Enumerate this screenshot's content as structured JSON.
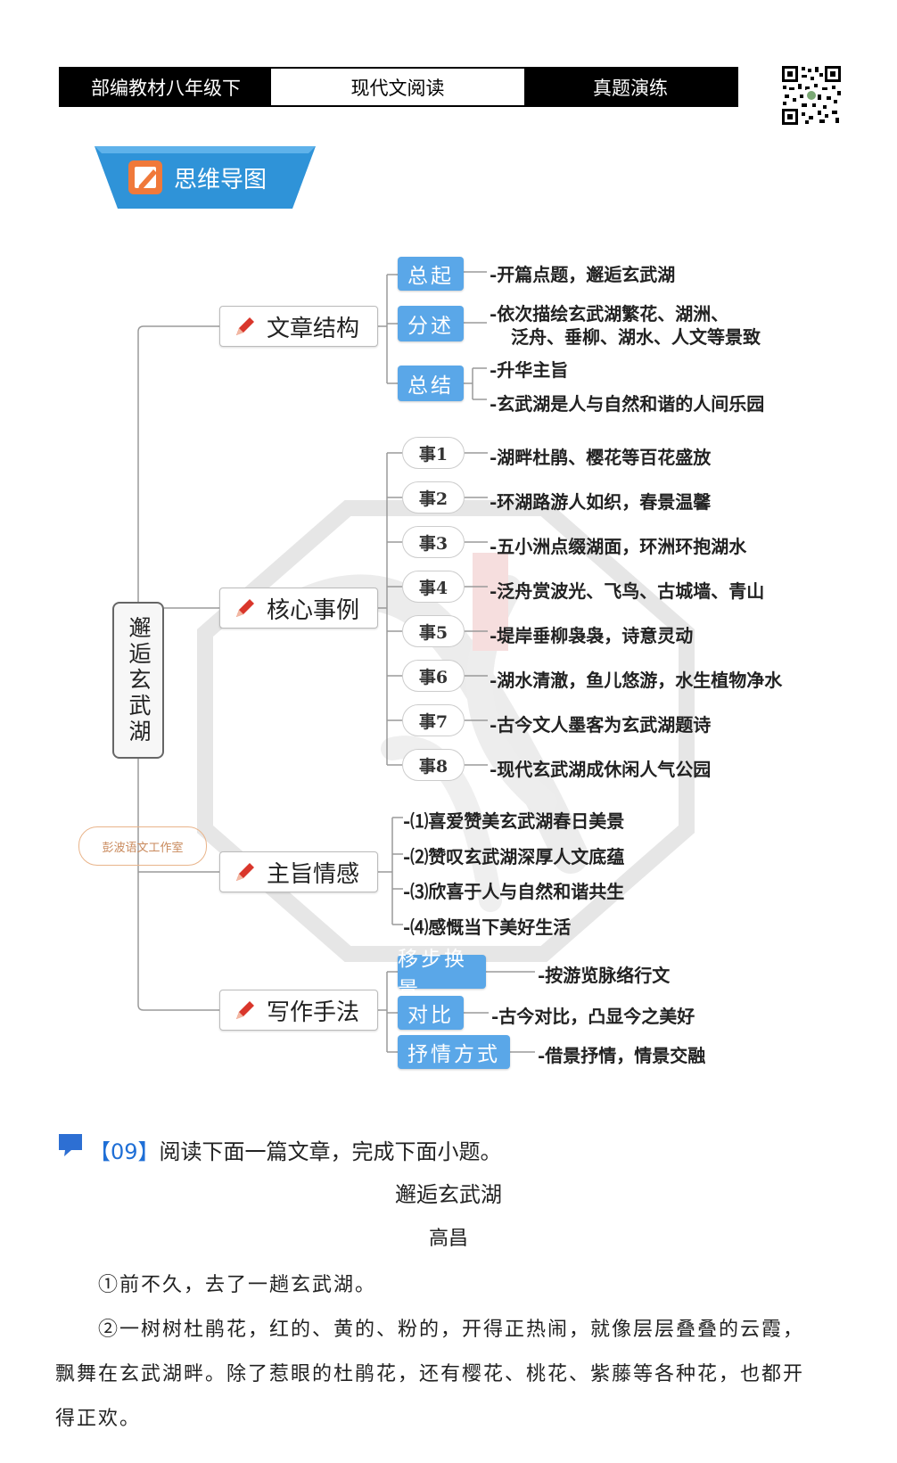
{
  "header": {
    "left": "部编教材八年级下",
    "middle": "现代文阅读",
    "right": "真题演练"
  },
  "banner": {
    "label": "思维导图"
  },
  "mindmap": {
    "root": "邂逅玄武湖",
    "watermark_stamp": "彭波语文工作室",
    "categories": {
      "structure": "文章结构",
      "events": "核心事例",
      "theme": "主旨情感",
      "technique": "写作手法"
    },
    "structure": {
      "tag1": "总起",
      "leaf1": "-开篇点题，邂逅玄武湖",
      "tag2": "分述",
      "leaf2a": "-依次描绘玄武湖繁花、湖洲、",
      "leaf2b": "泛舟、垂柳、湖水、人文等景致",
      "tag3": "总结",
      "leaf3a": "-升华主旨",
      "leaf3b": "-玄武湖是人与自然和谐的人间乐园"
    },
    "events": [
      {
        "label": "事1",
        "text": "-湖畔杜鹃、樱花等百花盛放"
      },
      {
        "label": "事2",
        "text": "-环湖路游人如织，春景温馨"
      },
      {
        "label": "事3",
        "text": "-五小洲点缀湖面，环洲环抱湖水"
      },
      {
        "label": "事4",
        "text": "-泛舟赏波光、飞鸟、古城墙、青山"
      },
      {
        "label": "事5",
        "text": "-堤岸垂柳袅袅，诗意灵动"
      },
      {
        "label": "事6",
        "text": "-湖水清澈，鱼儿悠游，水生植物净水"
      },
      {
        "label": "事7",
        "text": "-古今文人墨客为玄武湖题诗"
      },
      {
        "label": "事8",
        "text": "-现代玄武湖成休闲人气公园"
      }
    ],
    "theme": [
      "-⑴喜爱赞美玄武湖春日美景",
      "-⑵赞叹玄武湖深厚人文底蕴",
      "-⑶欣喜于人与自然和谐共生",
      "-⑷感慨当下美好生活"
    ],
    "technique": {
      "tag1": "移步换景",
      "leaf1": "-按游览脉络行文",
      "tag2": "对比",
      "leaf2": "-古今对比，凸显今之美好",
      "tag3": "抒情方式",
      "leaf3": "-借景抒情，情景交融"
    }
  },
  "question": {
    "number": "【09】",
    "instruction": "阅读下面一篇文章，完成下面小题。"
  },
  "article": {
    "title": "邂逅玄武湖",
    "author": "高昌",
    "p1": "①前不久，去了一趟玄武湖。",
    "p2a": "②一树树杜鹃花，红的、黄的、粉的，开得正热闹，就像层层叠叠的云霞，",
    "p2b": "飘舞在玄武湖畔。除了惹眼的杜鹃花，还有樱花、桃花、紫藤等各种花，也都开",
    "p2c": "得正欢。"
  },
  "colors": {
    "tag_blue": "#5aa7e8",
    "banner_blue": "#2f93d8",
    "pencil_red": "#d9362b",
    "question_icon": "#2d6fd3"
  }
}
